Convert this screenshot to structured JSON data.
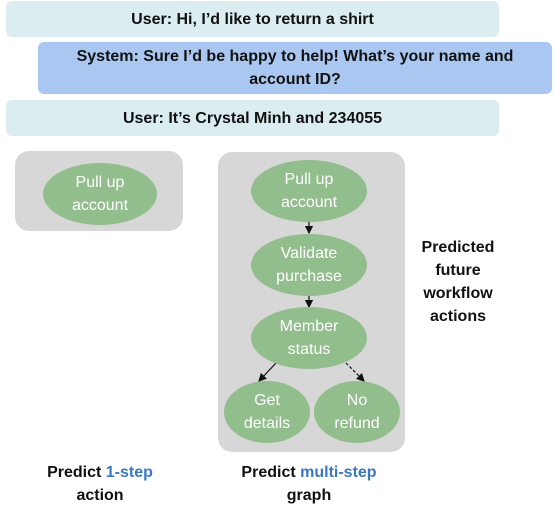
{
  "conversation": [
    {
      "text": "User: Hi, I’d like to return a shirt"
    },
    {
      "text": "System: Sure I’d be happy to help! What’s your name and account ID?"
    },
    {
      "text": "User: It’s Crystal Minh and 234055"
    }
  ],
  "one_step": {
    "node": "Pull up account",
    "caption_prefix": "Predict",
    "caption_accent": "1-step",
    "caption_suffix": "action"
  },
  "multi_step": {
    "nodes": {
      "pull_up": "Pull up account",
      "validate": "Validate purchase",
      "member": "Member status",
      "get_details": "Get details",
      "no_refund": "No refund"
    },
    "caption_prefix": "Predict",
    "caption_accent": "multi-step",
    "caption_suffix": "graph"
  },
  "side_label": "Predicted future workflow actions",
  "colors": {
    "user_bubble": "#dcedf1",
    "system_bubble": "#a9c7f0",
    "panel": "#d7d7d7",
    "node": "#92bd8c",
    "accent": "#3b78c2"
  }
}
